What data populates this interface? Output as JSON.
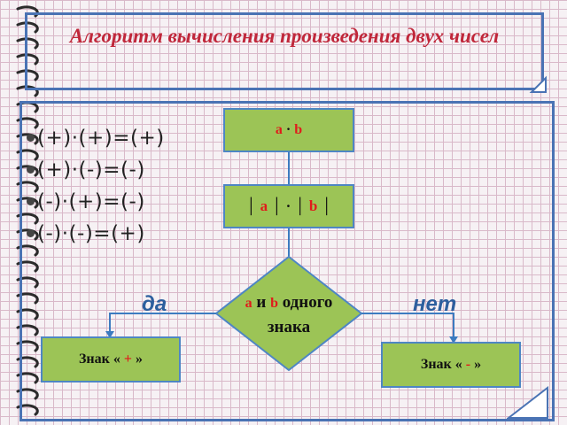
{
  "title": "Алгоритм вычисления произведения двух чисел",
  "rules": [
    "(+)·(+)=(+)",
    "(+)·(-)=(-)",
    "(-)·(+)=(-)",
    "(-)·(-)=(+)"
  ],
  "flow": {
    "step1": {
      "a": "a",
      "op": "·",
      "b": "b"
    },
    "step2": {
      "bar": "│",
      "a": "a",
      "op": "·",
      "b": "b"
    },
    "decision": {
      "a": "a",
      "and": "и",
      "b": "b",
      "same": "одного",
      "sign": "знака"
    },
    "yes": "да",
    "no": "нет",
    "result_plus": {
      "prefix": "Знак «",
      "sign": "+",
      "suffix": "»"
    },
    "result_minus": {
      "prefix": "Знак «",
      "sign": "-",
      "suffix": "»"
    }
  },
  "colors": {
    "accent_title": "#c0273a",
    "box_fill": "#9cc456",
    "frame": "#4a73b4",
    "sign_red": "#e01b1b",
    "label_blue": "#2c5f9e"
  }
}
